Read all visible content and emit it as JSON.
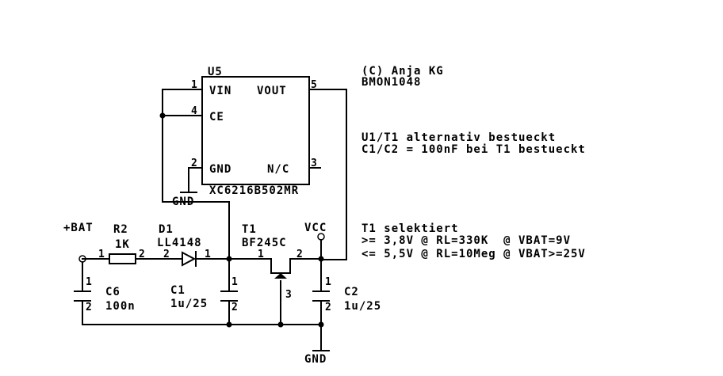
{
  "u5": {
    "ref": "U5",
    "part": "XC6216B502MR",
    "pins": {
      "vin": "VIN",
      "vout": "VOUT",
      "ce": "CE",
      "gnd": "GND",
      "nc": "N/C",
      "n1": "1",
      "n4": "4",
      "n5": "5",
      "n2": "2",
      "n3": "3"
    }
  },
  "r2": {
    "ref": "R2",
    "value": "1K",
    "p1": "1",
    "p2": "2"
  },
  "d1": {
    "ref": "D1",
    "part": "LL4148",
    "p2": "2",
    "p1": "1"
  },
  "t1": {
    "ref": "T1",
    "part": "BF245C",
    "p1": "1",
    "p2": "2",
    "p3": "3"
  },
  "c6": {
    "ref": "C6",
    "value": "100n",
    "p1": "1",
    "p2": "2"
  },
  "c1": {
    "ref": "C1",
    "value": "1u/25",
    "p1": "1",
    "p2": "2"
  },
  "c2": {
    "ref": "C2",
    "value": "1u/25",
    "p1": "1",
    "p2": "2"
  },
  "nets": {
    "bat": "+BAT",
    "vcc": "VCC",
    "gnd_top": "GND",
    "gnd_bottom": "GND"
  },
  "notes": {
    "line1": "(C) Anja KG",
    "line2": "BMON1048",
    "line3": "U1/T1 alternativ bestueckt",
    "line4": "C1/C2 = 100nF bei T1 bestueckt",
    "line5": "T1 selektiert",
    "line6": ">= 3,8V @ RL=330K  @ VBAT=9V",
    "line7": "<= 5,5V @ RL=10Meg @ VBAT>=25V"
  }
}
